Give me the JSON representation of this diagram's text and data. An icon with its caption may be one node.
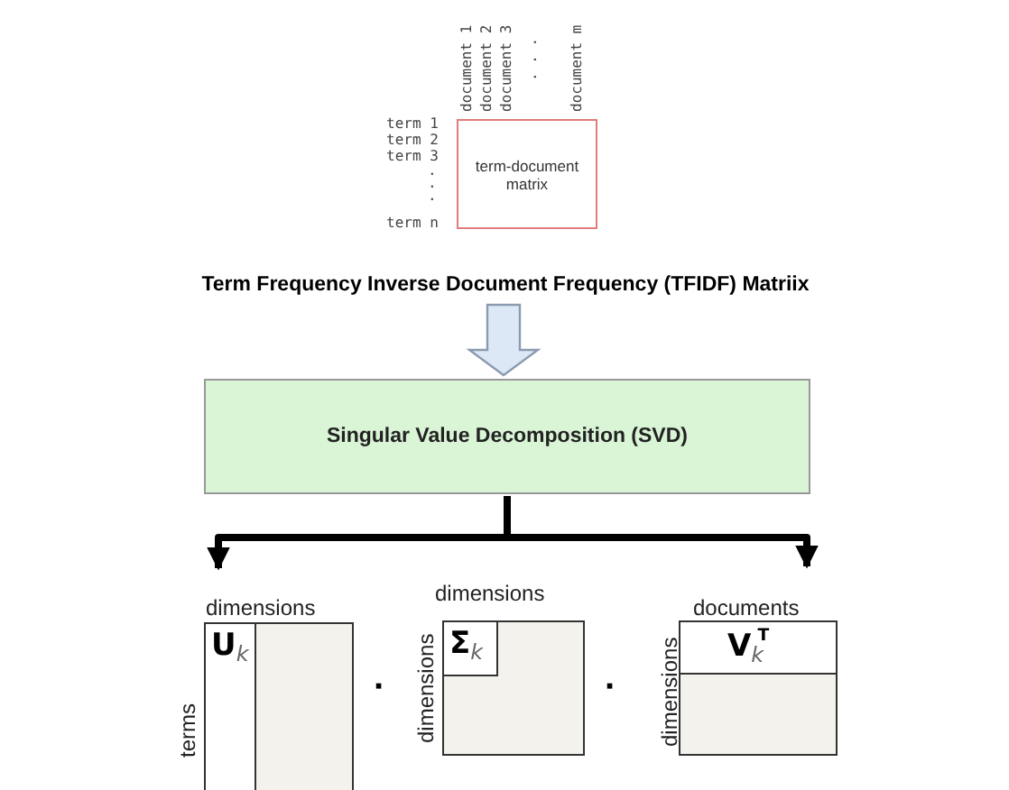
{
  "diagram": {
    "nodes": [
      {
        "text": [
          "term-document matrix"
        ]
      },
      {
        "text": [
          "Term Frequency Inverse Document Frequency (TFIDF) Matriix"
        ]
      },
      {
        "text": [
          "Singular Value Decomposition (SVD)"
        ]
      },
      {
        "text": [
          "U$_{k}$"
        ],
        "beside": [
          "dimensions",
          "terms"
        ]
      },
      {
        "text": [
          "Σ$_{k}$"
        ],
        "beside": [
          "dimensions",
          "dimensions"
        ]
      },
      {
        "text": [
          "V$_{k}$$^{T}$"
        ],
        "beside": [
          "documents",
          "dimensions"
        ]
      }
    ],
    "edges": [
      {
        "from": 1,
        "to": 2,
        "arrow": "to"
      },
      {
        "from": 2,
        "to": 3,
        "arrow": "to"
      },
      {
        "from": 2,
        "to": 5,
        "arrow": "to"
      }
    ],
    "labels": [
      "document 1",
      "document 2",
      "document 3",
      ". . .",
      "document m",
      "term 1",
      "term 2",
      "term 3",
      ".",
      ".",
      ".",
      "term n",
      "·",
      "·"
    ]
  }
}
